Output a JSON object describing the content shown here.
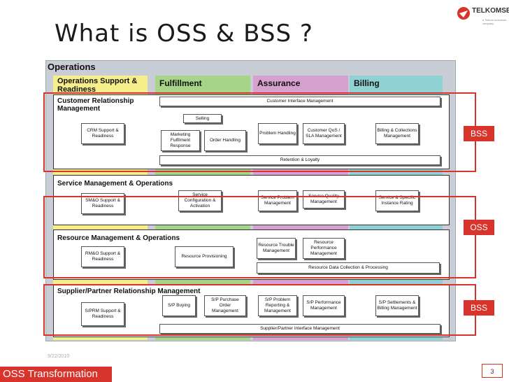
{
  "title": "What is OSS & BSS ?",
  "logo": {
    "brand": "TELKOMSEL",
    "sub": "a Telkom Indonesia company"
  },
  "frame_label": "Operations",
  "columns": [
    "Operations Support & Readiness",
    "Fulfillment",
    "Assurance",
    "Billing"
  ],
  "bands": [
    {
      "title": "Customer Relationship Management",
      "boxes": {
        "interface": "Customer Interface Management",
        "selling": "Selling",
        "crm": "CRM Support & Readiness",
        "marketing": "Marketing Fulfilment Response",
        "order": "Order Handling",
        "problem": "Problem Handling",
        "qos": "Customer QoS / SLA Management",
        "billing": "Billing & Collections Management",
        "retention": "Retention & Loyalty"
      }
    },
    {
      "title": "Service Management & Operations",
      "boxes": {
        "smo": "SM&O Support & Readiness",
        "config": "Service Configuration & Activation",
        "problem": "Service Problem Management",
        "quality": "Service Quality Management",
        "rating": "Service & Specific Instance Rating"
      }
    },
    {
      "title": "Resource Management & Operations",
      "boxes": {
        "rmo": "RM&O Support & Readiness",
        "provisioning": "Resource Provisioning",
        "trouble": "Resource Trouble Management",
        "performance": "Resource Performance Management",
        "data": "Resource Data Collection & Processing"
      }
    },
    {
      "title": "Supplier/Partner Relationship Management",
      "boxes": {
        "sprm": "S/PRM Support & Readiness",
        "buying": "S/P Buying",
        "purchase": "S/P Purchase Order Management",
        "problem": "S/P Problem Reporting & Management",
        "performance": "S/P Performance Management",
        "settlements": "S/P Settlements & Billing Management",
        "interface": "Supplier/Partner Interface Management"
      }
    }
  ],
  "tags": [
    "BSS",
    "OSS",
    "BSS"
  ],
  "footer": "OSS Transformation",
  "date": "9/22/2010",
  "page_number": "3",
  "colors": {
    "accent": "#d9342b",
    "ops": "#f5ee8a",
    "fulfillment": "#a6d589",
    "assurance": "#d6a1cf",
    "billing": "#8fd2d4"
  }
}
